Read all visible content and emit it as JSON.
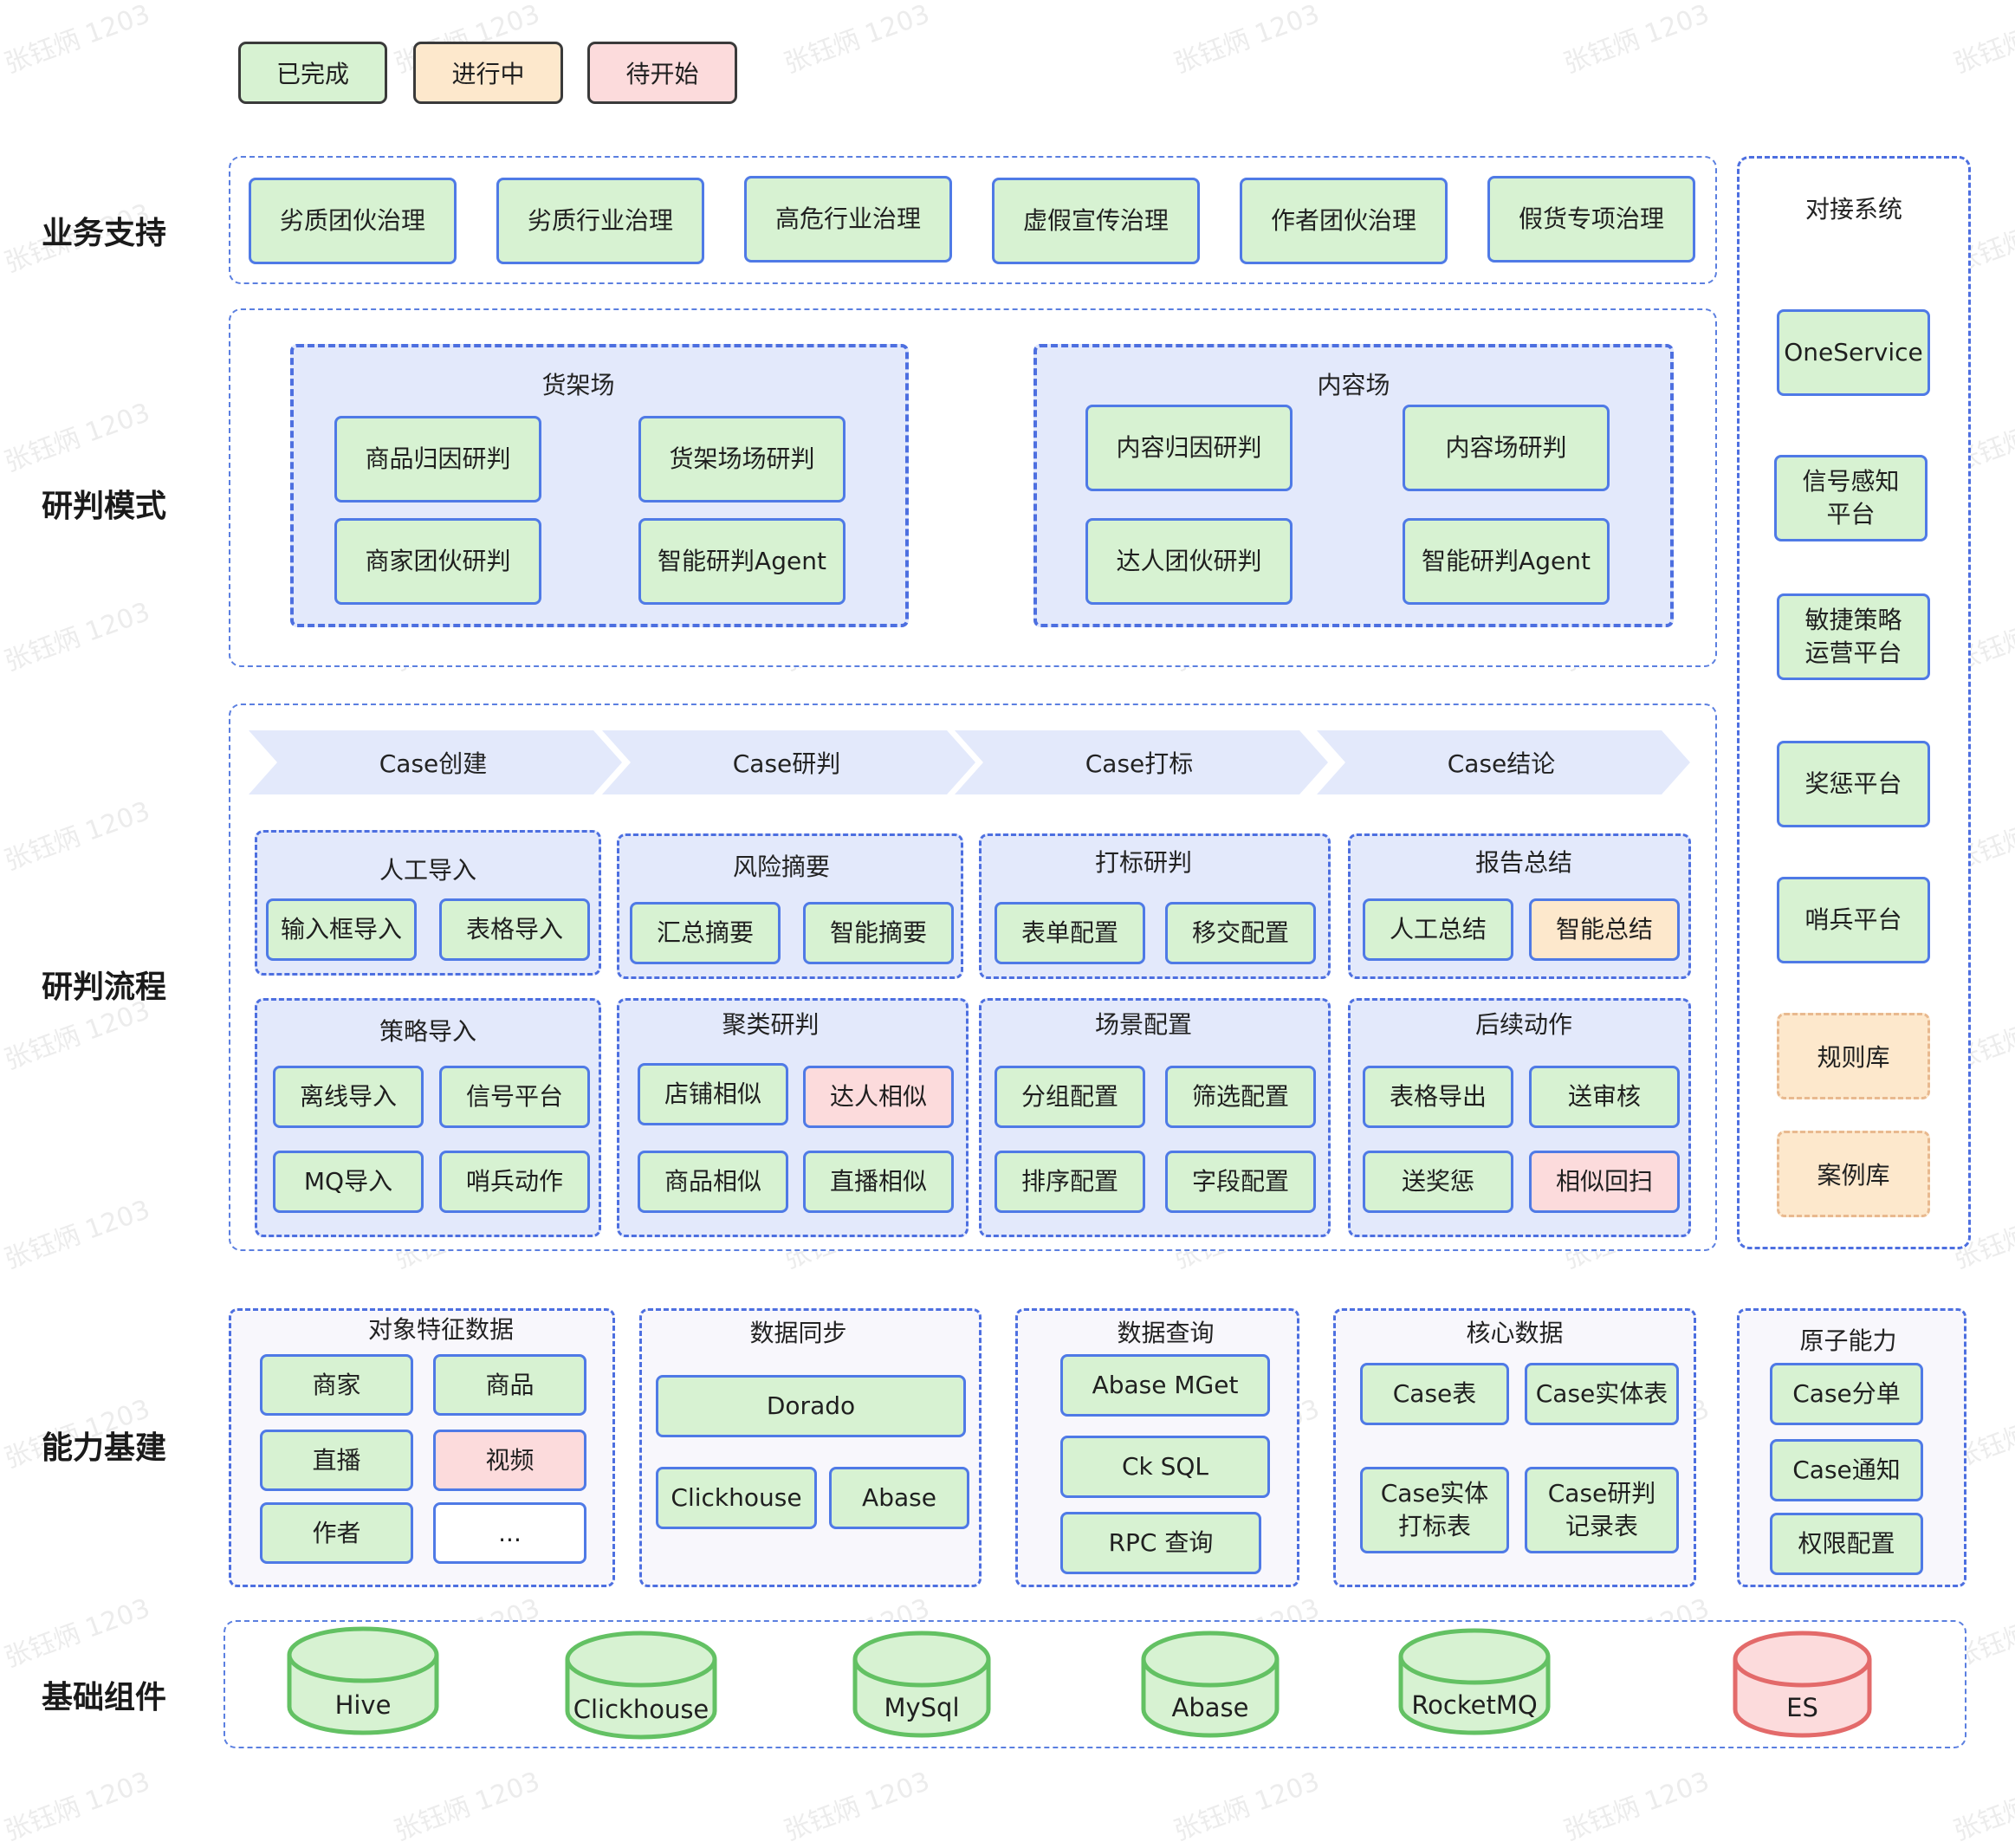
{
  "legend": {
    "done": "已完成",
    "in_progress": "进行中",
    "pending": "待开始",
    "colors": {
      "done": "#d7f2d2",
      "in_progress": "#fde8cc",
      "pending": "#fcdbdc"
    }
  },
  "rows": {
    "business": "业务支持",
    "mode": "研判模式",
    "flow": "研判流程",
    "capability": "能力基建",
    "base": "基础组件"
  },
  "business": [
    "劣质团伙治理",
    "劣质行业治理",
    "高危行业治理",
    "虚假宣传治理",
    "作者团伙治理",
    "假货专项治理"
  ],
  "mode": {
    "shelf": {
      "title": "货架场",
      "items": [
        "商品归因研判",
        "货架场场研判",
        "商家团伙研判",
        "智能研判Agent"
      ]
    },
    "content": {
      "title": "内容场",
      "items": [
        "内容归因研判",
        "内容场研判",
        "达人团伙研判",
        "智能研判Agent"
      ]
    }
  },
  "flow": {
    "stages": [
      "Case创建",
      "Case研判",
      "Case打标",
      "Case结论"
    ],
    "groups": [
      {
        "title": "人工导入",
        "items": [
          "输入框导入",
          "表格导入"
        ]
      },
      {
        "title": "风险摘要",
        "items": [
          "汇总摘要",
          "智能摘要"
        ]
      },
      {
        "title": "打标研判",
        "items": [
          "表单配置",
          "移交配置"
        ]
      },
      {
        "title": "报告总结",
        "items": [
          "人工总结",
          "智能总结"
        ]
      },
      {
        "title": "策略导入",
        "items": [
          "离线导入",
          "信号平台",
          "MQ导入",
          "哨兵动作"
        ]
      },
      {
        "title": "聚类研判",
        "items": [
          "店铺相似",
          "达人相似",
          "商品相似",
          "直播相似"
        ]
      },
      {
        "title": "场景配置",
        "items": [
          "分组配置",
          "筛选配置",
          "排序配置",
          "字段配置"
        ]
      },
      {
        "title": "后续动作",
        "items": [
          "表格导出",
          "送审核",
          "送奖惩",
          "相似回扫"
        ]
      }
    ]
  },
  "systems": {
    "title": "对接系统",
    "items": [
      "OneService",
      "信号感知\n平台",
      "敏捷策略\n运营平台",
      "奖惩平台",
      "哨兵平台",
      "规则库",
      "案例库"
    ]
  },
  "capability": {
    "object": {
      "title": "对象特征数据",
      "items": [
        "商家",
        "商品",
        "直播",
        "视频",
        "作者",
        "..."
      ]
    },
    "sync": {
      "title": "数据同步",
      "items": [
        "Dorado",
        "Clickhouse",
        "Abase"
      ]
    },
    "query": {
      "title": "数据查询",
      "items": [
        "Abase MGet",
        "Ck SQL",
        "RPC 查询"
      ]
    },
    "core": {
      "title": "核心数据",
      "items": [
        "Case表",
        "Case实体表",
        "Case实体\n打标表",
        "Case研判\n记录表"
      ]
    },
    "atomic": {
      "title": "原子能力",
      "items": [
        "Case分单",
        "Case通知",
        "权限配置"
      ]
    }
  },
  "base": [
    {
      "name": "Hive",
      "color": "green"
    },
    {
      "name": "Clickhouse",
      "color": "green"
    },
    {
      "name": "MySql",
      "color": "green"
    },
    {
      "name": "Abase",
      "color": "green"
    },
    {
      "name": "RocketMQ",
      "color": "green"
    },
    {
      "name": "ES",
      "color": "red"
    }
  ],
  "watermark": "张钰炳 1203"
}
